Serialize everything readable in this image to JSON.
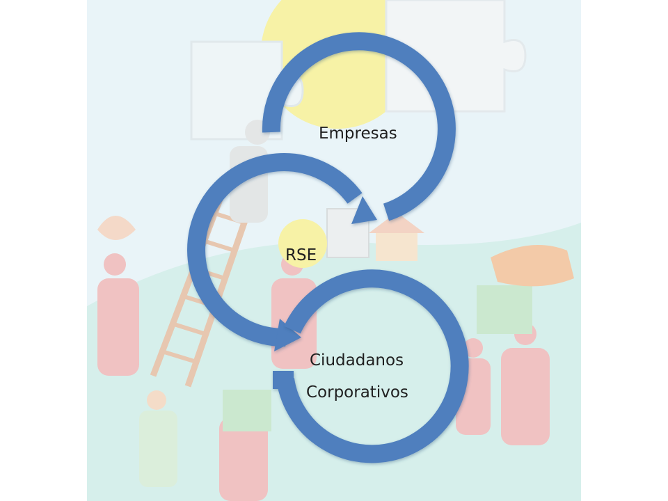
{
  "diagram": {
    "nodes": [
      {
        "id": "empresas",
        "lines": [
          "Empresas"
        ]
      },
      {
        "id": "rse",
        "lines": [
          "RSE"
        ]
      },
      {
        "id": "ciudadanos-corporativos",
        "lines": [
          "Ciudadanos",
          "Corporativos"
        ]
      }
    ],
    "edges": [
      {
        "from": "empresas",
        "to": "rse"
      },
      {
        "from": "rse",
        "to": "ciudadanos-corporativos"
      }
    ],
    "colors": {
      "arrow": "#4f7fbe",
      "text": "#1f1f1f",
      "sky": "#e4f1f7",
      "ground": "#d2eee9",
      "sun": "#f7f2a6",
      "figures": "#f0c2c2"
    }
  }
}
